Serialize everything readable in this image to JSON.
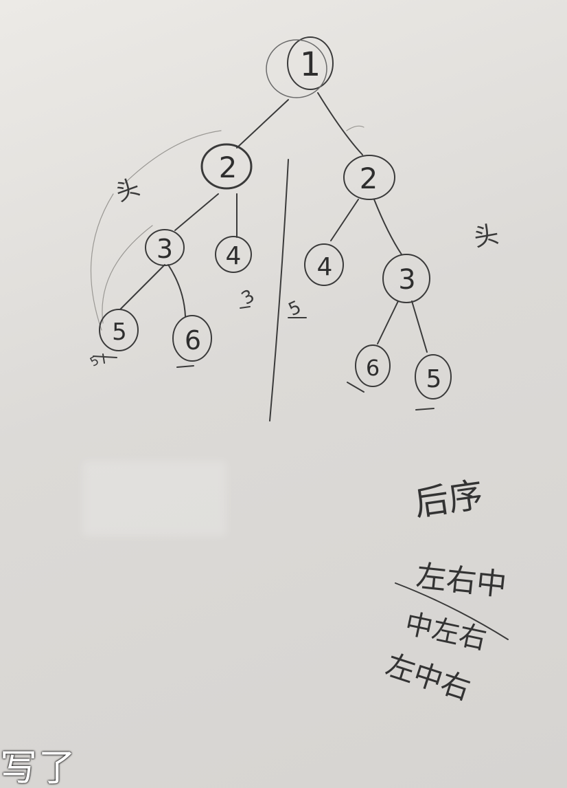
{
  "left_tree": {
    "nodes": [
      "1",
      "2",
      "3",
      "4",
      "5",
      "6"
    ],
    "side_label": "头",
    "tick_labels": [
      "3",
      "5"
    ]
  },
  "right_tree": {
    "nodes": [
      "2",
      "4",
      "3",
      "6",
      "5"
    ],
    "side_label": "头",
    "tick_labels": [
      "5"
    ]
  },
  "notes": {
    "heading": "后序",
    "line_1": "左右中",
    "line_2": "中左右",
    "line_3": "左中右"
  },
  "caption": "写了",
  "colors": {
    "ink": "#3a3a3a",
    "board": "#e2e0dd",
    "caption": "#ffffff"
  }
}
